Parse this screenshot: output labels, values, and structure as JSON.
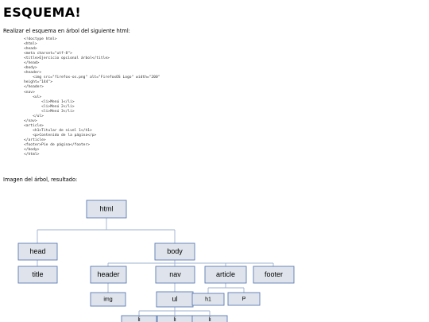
{
  "page": {
    "title": "ESQUEMA!",
    "intro": "Realizar el esquema en árbol del siguiente html:",
    "code_lines": [
      "<!doctype html>",
      "<html>",
      "<head>",
      "<meta charset=\"utf-8\">",
      "<title>Ejercicio opcional árbol</title>",
      "</head>",
      "<body>",
      "<header>",
      "    <img src=\"firefox-os.png\" alt=\"FirefoxOS Logo\" width=\"200\"",
      "height=\"144\">",
      "</header>",
      "<nav>",
      "    <ul>",
      "        <li>Menú 1</li>",
      "        <li>Menú 2</li>",
      "        <li>Menú 3</li>",
      "    </ul>",
      "</nav>",
      "<article>",
      "    <h1>Titular de nivel 1</h1>",
      "    <p>Contenido de la página</p>",
      "</article>",
      "<footer>Pie de página</footer>",
      "</body>",
      "</html>"
    ],
    "result_label": "Imagen del árbol, resultado:"
  },
  "tree": {
    "html": "html",
    "head": "head",
    "body": "body",
    "title": "title",
    "header": "header",
    "nav": "nav",
    "article": "article",
    "footer": "footer",
    "img": "img",
    "ul": "ul",
    "h1": "h1",
    "p": "P",
    "li": "li"
  },
  "colors": {
    "node_fill": "#dfe4ec",
    "node_border": "#5b7bb4",
    "connector": "#9eb0cf"
  }
}
